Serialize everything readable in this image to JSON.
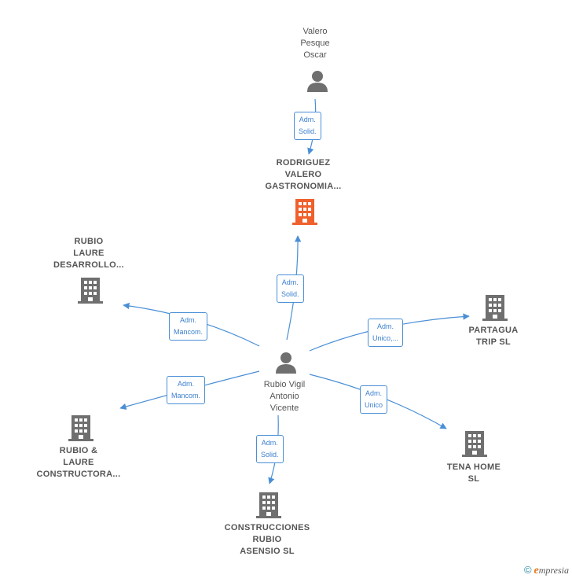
{
  "colors": {
    "edge": "#4a8fd6",
    "building_gray": "#6f6f6f",
    "building_focus": "#f0602c",
    "person_gray": "#6f6f6f"
  },
  "nodes": {
    "valero": {
      "label": "Valero\nPesque\nOscar",
      "icon": "person-icon"
    },
    "rodriguez": {
      "label": "RODRIGUEZ\nVALERO\nGASTRONOMIA...",
      "icon": "building-icon"
    },
    "rubio_laure_des": {
      "label": "RUBIO\nLAURE\nDESARROLLO...",
      "icon": "building-icon"
    },
    "partagua": {
      "label": "PARTAGUA\nTRIP  SL",
      "icon": "building-icon"
    },
    "rubio_vigil": {
      "label": "Rubio Vigil\nAntonio\nVicente",
      "icon": "person-icon"
    },
    "rubio_laure_cons": {
      "label": "RUBIO &\nLAURE\nCONSTRUCTORA...",
      "icon": "building-icon"
    },
    "tena": {
      "label": "TENA HOME\nSL",
      "icon": "building-icon"
    },
    "construcciones": {
      "label": "CONSTRUCCIONES\nRUBIO\nASENSIO SL",
      "icon": "building-icon"
    }
  },
  "edges": {
    "e_valero_rod": "Adm.\nSolid.",
    "e_rv_rod": "Adm.\nSolid.",
    "e_rv_rld": "Adm.\nMancom.",
    "e_rv_par": "Adm.\nUnico,...",
    "e_rv_rlc": "Adm.\nMancom.",
    "e_rv_tena": "Adm.\nUnico",
    "e_rv_cons": "Adm.\nSolid."
  },
  "footer": {
    "copyright": "©",
    "brand_first": "e",
    "brand_rest": "mpresia"
  }
}
